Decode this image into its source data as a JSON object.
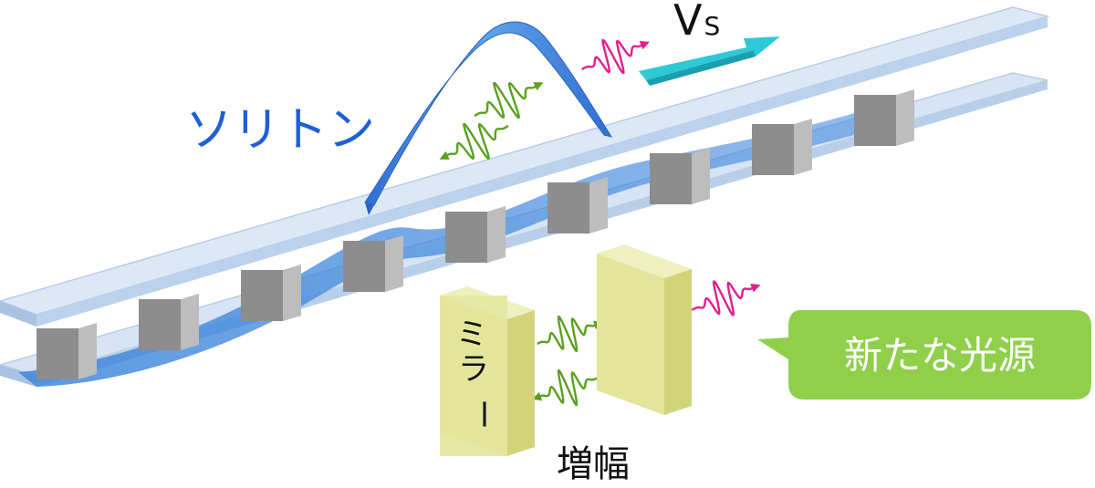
{
  "labels": {
    "soliton": "ソリトン",
    "velocity_main": "V",
    "velocity_sub": "S",
    "mirror_chars": [
      "ミ",
      "ラ",
      "ー"
    ],
    "amplify": "増幅",
    "new_light_source": "新たな光源"
  },
  "colors": {
    "plate_fill": "#d6e4f5",
    "plate_edge": "#b7cde8",
    "pillar_face": "#8d8d8d",
    "pillar_side": "#bdbdbd",
    "soliton_blue": "#3a7fd8",
    "soliton_label": "#1f5fd6",
    "velocity_arrow": "#2ec9d6",
    "emitted_wave": "#e0208f",
    "cavity_wave": "#5aa11e",
    "mirror_face": "#e6e8a6",
    "mirror_side": "#d2d47a",
    "callout_fill": "#8fcf4a",
    "callout_text": "#ffffff"
  },
  "icons": {
    "velocity": "arrow-right-icon",
    "emitted_light": "wave-packet-icon",
    "cavity_light": "wave-packet-icon"
  }
}
